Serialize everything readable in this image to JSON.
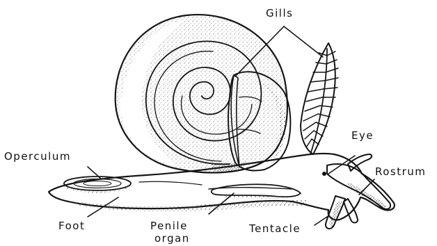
{
  "diagram": {
    "labels": {
      "gills": "Gills",
      "eye": "Eye",
      "operculum": "Operculum",
      "rostrum": "Rostrum",
      "foot": "Foot",
      "penile_organ_line1": "Penile",
      "penile_organ_line2": "organ",
      "tentacle": "Tentacle"
    },
    "colors": {
      "ink": "#141414",
      "background": "#ffffff"
    }
  }
}
